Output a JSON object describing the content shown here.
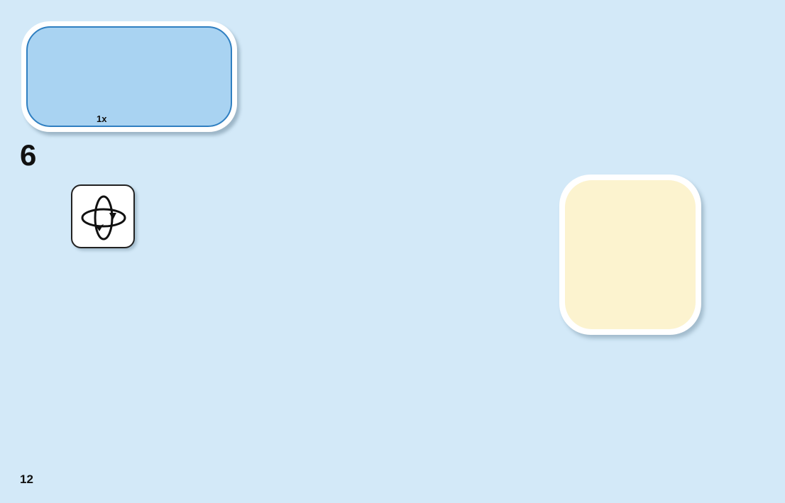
{
  "parts_callout": {
    "quantity": "1x"
  },
  "step": {
    "number": "6"
  },
  "page": {
    "number": "12"
  },
  "icons": {
    "rotate": "rotate-model-icon",
    "arrow": "placement-arrow-icon"
  },
  "colors": {
    "background": "#d3e9f8",
    "callout_blue": "#a9d3f2",
    "callout_highlight": "#fcf3cf",
    "brick_red": "#e3000b",
    "brick_yellow": "#f7e018",
    "brick_blue": "#1e5bc6",
    "brick_grey": "#a0a5a9",
    "stud_dark": "#3b3b3b"
  }
}
